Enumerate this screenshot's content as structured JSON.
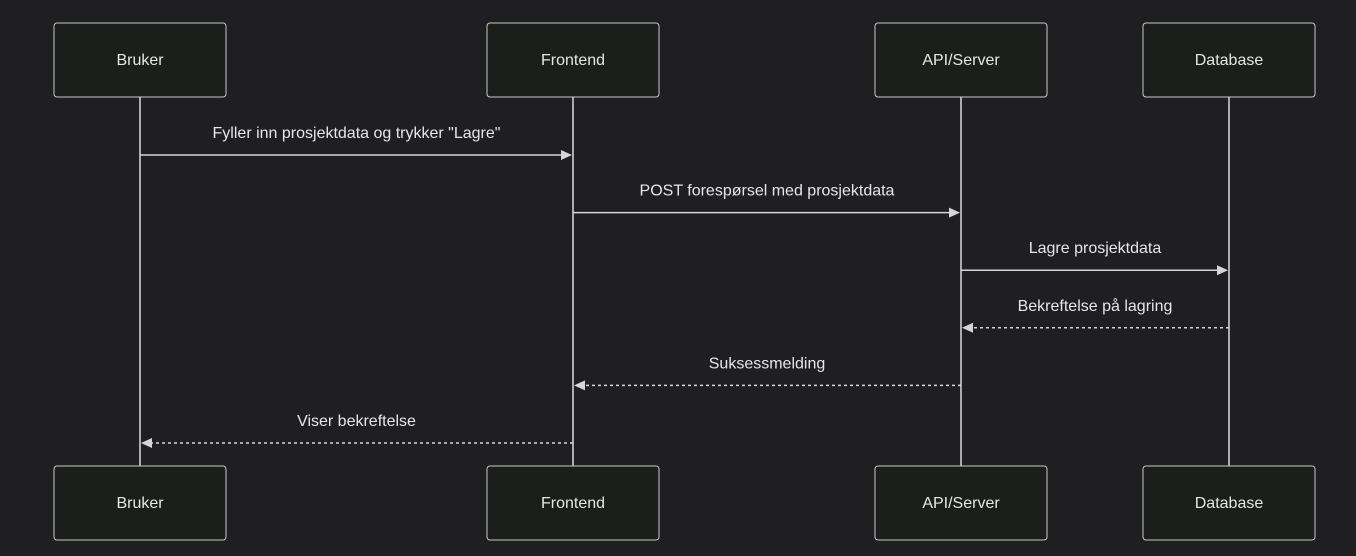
{
  "diagram": {
    "participants": [
      "Bruker",
      "Frontend",
      "API/Server",
      "Database"
    ],
    "messages": [
      {
        "from": 0,
        "to": 1,
        "label": "Fyller inn prosjektdata og trykker \"Lagre\"",
        "style": "solid"
      },
      {
        "from": 1,
        "to": 2,
        "label": "POST forespørsel med prosjektdata",
        "style": "solid"
      },
      {
        "from": 2,
        "to": 3,
        "label": "Lagre prosjektdata",
        "style": "solid"
      },
      {
        "from": 3,
        "to": 2,
        "label": "Bekreftelse på lagring",
        "style": "dashed"
      },
      {
        "from": 2,
        "to": 1,
        "label": "Suksessmelding",
        "style": "dashed"
      },
      {
        "from": 1,
        "to": 0,
        "label": "Viser bekreftelse",
        "style": "dashed"
      }
    ],
    "colors": {
      "background": "#1f1f22",
      "box_fill": "#1c1e1b",
      "line": "#d6d6d6",
      "text": "#e6e6e6"
    }
  }
}
